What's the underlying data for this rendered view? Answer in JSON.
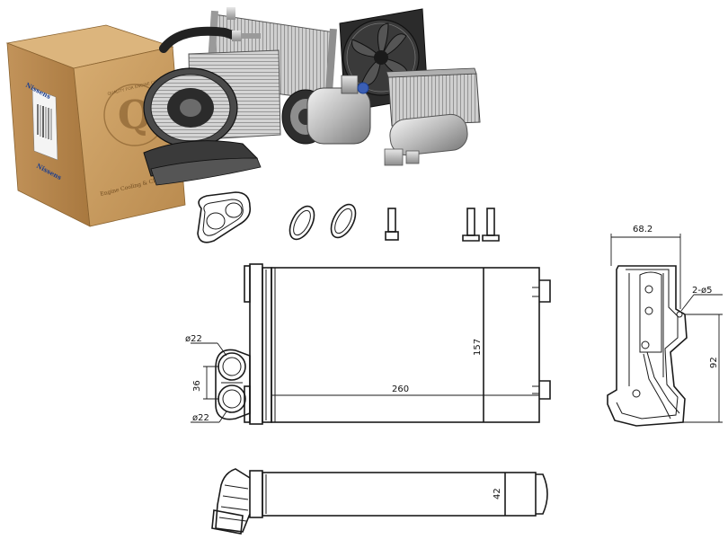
{
  "brand": {
    "logo_text": "Nissens",
    "box_side_text": "Engine Cooling & Climate",
    "box_seal_text": "QUALITY FOR ENGINE COOLING",
    "colors": {
      "box": "#c79a5e",
      "box_dark": "#a67a42",
      "box_light": "#dcb57d",
      "logo_blue": "#1d3f8f"
    }
  },
  "product_icons": [
    "cardboard-box",
    "blower-motor",
    "condenser",
    "radiator-fan",
    "ac-compressor",
    "heater-core",
    "receiver-dryer",
    "refrigerant-pipe"
  ],
  "dimensions": {
    "width_label": "260",
    "height_label": "157",
    "pipe_spacing_label": "36",
    "pipe_top_dia_label": "ø22",
    "pipe_bottom_dia_label": "ø22",
    "depth_top_label": "68.2",
    "side_height_label": "92",
    "hole_label": "2-ø5",
    "bottom_depth_label": "42"
  }
}
